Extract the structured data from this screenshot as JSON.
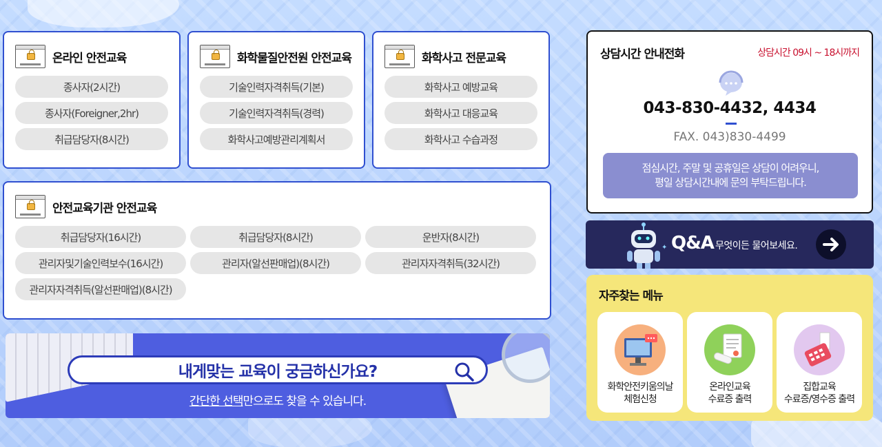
{
  "cards": {
    "online": {
      "title": "온라인 안전교육",
      "items": [
        "종사자(2시간)",
        "종사자(Foreigner,2hr)",
        "취급담당자(8시간)"
      ]
    },
    "chem": {
      "title": "화학물질안전원 안전교육",
      "items": [
        "기술인력자격취득(기본)",
        "기술인력자격취득(경력)",
        "화학사고예방관리계획서"
      ]
    },
    "accident": {
      "title": "화학사고 전문교육",
      "items": [
        "화학사고 예방교육",
        "화학사고 대응교육",
        "화학사고 수습과정"
      ]
    },
    "institution": {
      "title": "안전교육기관 안전교육",
      "items": [
        "취급담당자(16시간)",
        "취급담당자(8시간)",
        "운반자(8시간)",
        "관리자및기술인력보수(16시간)",
        "관리자(알선판매업)(8시간)",
        "관리자자격취득(32시간)",
        "관리자자격취득(알선판매업)(8시간)"
      ]
    }
  },
  "search": {
    "question": "내게맞는 교육이 궁금하신가요?",
    "sub_link": "간단한 선택",
    "sub_rest": "만으로도 찾을 수 있습니다."
  },
  "contact": {
    "title": "상담시간 안내전화",
    "hours": "상담시간 09시 ~ 18시까지",
    "phone": "043-830-4432, 4434",
    "fax": "FAX. 043)830-4499",
    "notice_line1": "점심시간, 주말 및 공휴일은 상담이 어려우니,",
    "notice_line2": "평일 상담시간내에 문의 부탁드립니다."
  },
  "qna": {
    "title": "Q&A",
    "subtitle": "무엇이든 물어보세요."
  },
  "favorites": {
    "title": "자주찾는 메뉴",
    "items": [
      {
        "line1": "화학안전키움의날",
        "line2": "체험신청",
        "icon": "computer-monitor-icon",
        "color": "#f7b07e"
      },
      {
        "line1": "온라인교육",
        "line2": "수료증 출력",
        "icon": "certificate-icon",
        "color": "#8fd15a"
      },
      {
        "line1": "집합교육",
        "line2": "수료증/영수증 출력",
        "icon": "receipt-printer-icon",
        "color": "#e2c8ef"
      }
    ]
  },
  "colors": {
    "accent": "#2f4fd0",
    "banner": "#4e5ee0",
    "qna_bg": "#26285c",
    "fav_bg": "#f5e67a",
    "hours_red": "#c8102e",
    "notice_bg": "#8a8ed0"
  }
}
